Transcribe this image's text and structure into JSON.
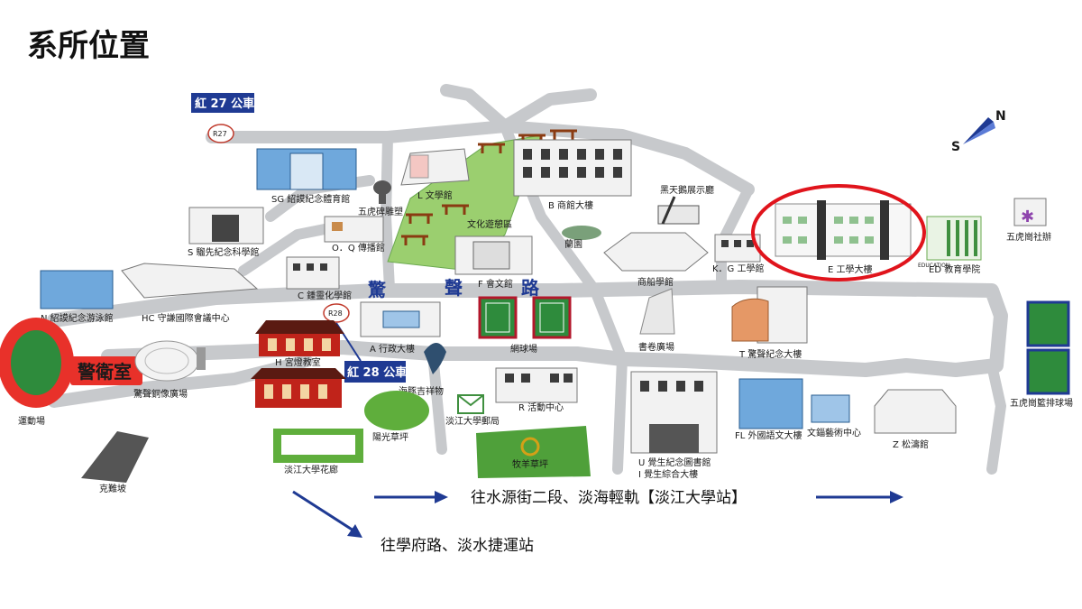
{
  "title": "系所位置",
  "bus_routes": {
    "red27": {
      "label": "紅 27 公車",
      "stop": "R27"
    },
    "red28": {
      "label": "紅 28 公車",
      "stop": "R28"
    }
  },
  "guard_label": "警衛室",
  "road_name_chars": [
    "驚",
    "聲",
    "路"
  ],
  "compass": {
    "north": "N",
    "south": "S"
  },
  "directions": {
    "east": "往水源街二段、淡海輕軌【淡江大學站】",
    "southwest": "往學府路、淡水捷運站"
  },
  "buildings": {
    "sg": "SG 紹謨紀念體育館",
    "wuhu_stele": "五虎碑雕塑",
    "l": "L 文學館",
    "b": "B 商館大樓",
    "black_swan": "黑天鵝展示廳",
    "culture_park": "文化遊憩區",
    "s": "S 騮先紀念科學館",
    "oq": "O．Q 傳播館",
    "garden": "蘭園",
    "kg": "K．G 工學館",
    "e": "E 工學大樓",
    "ed": "ED 教育學院",
    "wuhu_club": "五虎崗社辦",
    "n": "N 紹謨紀念游泳館",
    "hc": "HC 守謙國際會議中心",
    "c": "C 鍾靈化學館",
    "f": "F 會文館",
    "maritime": "商船學館",
    "a": "A 行政大樓",
    "tennis": "網球場",
    "book_plaza": "書卷廣場",
    "t": "T 驚聲紀念大樓",
    "stadium": "運動場",
    "statue_plaza": "驚聲銅像廣場",
    "h": "H 宮燈教室",
    "dolphin": "海豚吉祥物",
    "post": "淡江大學郵局",
    "r": "R 活動中心",
    "sunshine_lawn": "陽光草坪",
    "fl": "FL 外國語文大樓",
    "art": "文錙藝術中心",
    "z": "Z 松濤館",
    "wuhu_courts": "五虎崗籃排球場",
    "sheep_lawn": "牧羊草坪",
    "ui_1": "U 覺生紀念圖書館",
    "ui_2": "I 覺生綜合大樓",
    "flower_garden": "淡江大學花廊",
    "kexi_slope": "克難坡",
    "education_sign": "EDUCATION"
  },
  "colors": {
    "road": "#c7c9cc",
    "highlight_ring": "#e0141c",
    "bus_blue": "#1f3a93",
    "guard_red": "#e8312a",
    "court_green": "#2e8b3c",
    "lawn_green": "#9bcf6f"
  }
}
